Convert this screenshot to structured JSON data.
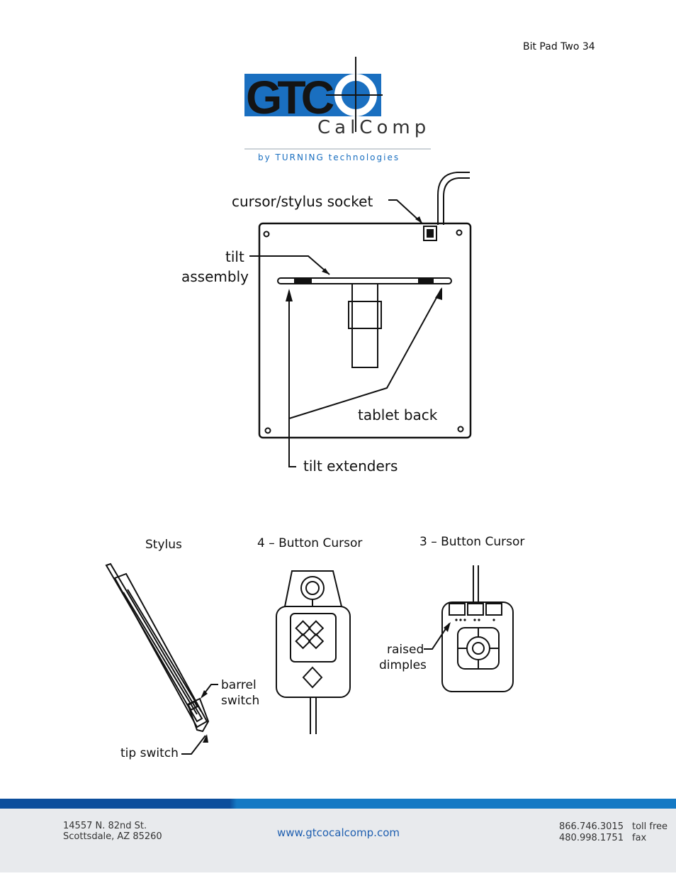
{
  "header": {
    "page_label": "Bit Pad Two 34"
  },
  "logo": {
    "wordmark_top": "GTC",
    "wordmark_bottom": "CalComp",
    "tagline": "by TURNING technologies",
    "colors": {
      "blue": "#1a6fc0",
      "black": "#141414"
    }
  },
  "tablet_diagram": {
    "labels": {
      "socket": "cursor/stylus socket",
      "tilt_line1": "tilt",
      "tilt_line2": "assembly",
      "tablet_back": "tablet back",
      "tilt_extenders": "tilt extenders"
    }
  },
  "devices": {
    "stylus": {
      "title": "Stylus",
      "barrel_1": "barrel",
      "barrel_2": "switch",
      "tip": "tip switch"
    },
    "cursor4": {
      "title": "4 – Button Cursor"
    },
    "cursor3": {
      "title": "3 – Button Cursor",
      "dimples_1": "raised",
      "dimples_2": "dimples"
    }
  },
  "footer": {
    "address_line1": "14557 N. 82nd St.",
    "address_line2": "Scottsdale, AZ 85260",
    "website": "www.gtcocalcomp.com",
    "phone_tollfree": "866.746.3015",
    "phone_tollfree_label": "toll free",
    "phone_fax": "480.998.1751",
    "phone_fax_label": "fax",
    "band_colors": [
      "#0c4e9c",
      "#1479c4"
    ]
  }
}
